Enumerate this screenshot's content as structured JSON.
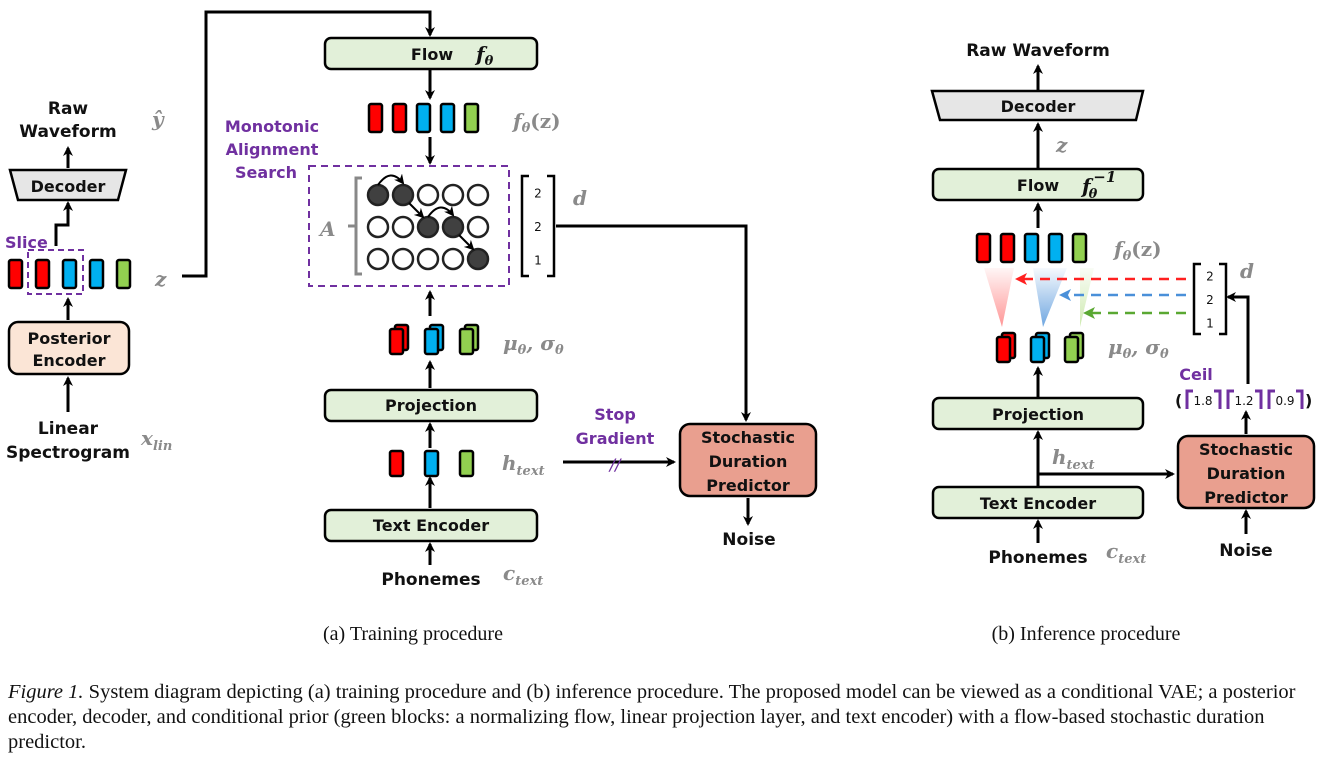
{
  "colors": {
    "green_block": "#e2f0d9",
    "decoder_block": "#e6e6e6",
    "posterior_block": "#fbe5d6",
    "sdp_block": "#e99f8f",
    "red": "#ff0000",
    "blue": "#00b0f0",
    "green": "#92d050",
    "purple": "#7030a0",
    "math_gray": "#8a8a8a"
  },
  "training": {
    "posterior": {
      "output_label_line1": "Raw",
      "output_label_line2": "Waveform",
      "y_hat": "ŷ",
      "decoder": "Decoder",
      "slice": "Slice",
      "z": "z",
      "posterior_encoder_line1": "Posterior",
      "posterior_encoder_line2": "Encoder",
      "input_line1": "Linear",
      "input_line2": "Spectrogram",
      "x_lin": "x",
      "x_lin_sub": "lin",
      "latent_colors": [
        "red",
        "red",
        "blue",
        "blue",
        "green"
      ]
    },
    "flow": "Flow",
    "flow_symbol": "f",
    "flow_sub": "θ",
    "f_theta_z": "f",
    "f_theta_z_sub": "θ",
    "f_theta_z_arg": "(z)",
    "mas_line1": "Monotonic",
    "mas_line2": "Alignment",
    "mas_line3": "Search",
    "A": "A",
    "alignment": [
      [
        1,
        1,
        0,
        0,
        0
      ],
      [
        0,
        0,
        1,
        1,
        0
      ],
      [
        0,
        0,
        0,
        0,
        1
      ]
    ],
    "durations": [
      "2",
      "2",
      "1"
    ],
    "d": "d",
    "mu_sigma": "μ",
    "mu_sub": "θ",
    "sigma": ", σ",
    "sigma_sub": "θ",
    "projection": "Projection",
    "h_text": "h",
    "h_text_sub": "text",
    "stop_gradient_line1": "Stop",
    "stop_gradient_line2": "Gradient",
    "stop_mark": "//",
    "sdp_line1": "Stochastic",
    "sdp_line2": "Duration",
    "sdp_line3": "Predictor",
    "noise": "Noise",
    "text_encoder": "Text Encoder",
    "phonemes": "Phonemes",
    "c_text": "c",
    "c_text_sub": "text",
    "caption": "(a) Training procedure"
  },
  "inference": {
    "output_label": "Raw Waveform",
    "decoder": "Decoder",
    "z": "z",
    "flow": "Flow",
    "flow_symbol": "f",
    "flow_sub": "θ",
    "flow_sup": "−1",
    "f_theta_z": "f",
    "f_theta_z_sub": "θ",
    "f_theta_z_arg": "(z)",
    "durations": [
      "2",
      "2",
      "1"
    ],
    "d": "d",
    "mu_sigma": "μ",
    "mu_sub": "θ",
    "sigma": ", σ",
    "sigma_sub": "θ",
    "ceil": "Ceil",
    "ceil_values": [
      "1.8",
      "1.2",
      "0.9"
    ],
    "projection": "Projection",
    "h_text": "h",
    "h_text_sub": "text",
    "sdp_line1": "Stochastic",
    "sdp_line2": "Duration",
    "sdp_line3": "Predictor",
    "noise": "Noise",
    "text_encoder": "Text Encoder",
    "phonemes": "Phonemes",
    "c_text": "c",
    "c_text_sub": "text",
    "caption": "(b) Inference procedure"
  },
  "figure_caption": {
    "label": "Figure 1.",
    "text": " System diagram depicting (a) training procedure and (b) inference procedure. The proposed model can be viewed as a conditional VAE; a posterior encoder, decoder, and conditional prior (green blocks: a normalizing flow, linear projection layer, and text encoder) with a flow-based stochastic duration predictor."
  }
}
